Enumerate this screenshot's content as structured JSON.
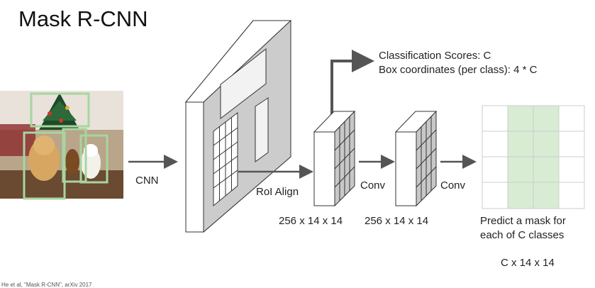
{
  "title": "Mask R-CNN",
  "outputs": {
    "classification": "Classification Scores: C",
    "box": "Box coordinates (per class): 4 * C"
  },
  "steps": {
    "cnn": "CNN",
    "roi_align": "RoI Align",
    "conv1": "Conv",
    "conv2": "Conv"
  },
  "dims": {
    "roi": "256 x 14 x 14",
    "conv": "256 x 14 x 14",
    "mask": "C x 14 x 14"
  },
  "mask_caption": {
    "line1": "Predict a mask for",
    "line2": "each of C classes"
  },
  "citation": "He et al, \"Mask R-CNN\", arXiv 2017",
  "colors": {
    "line": "#555555",
    "face": "#cccccc",
    "box": "#a8d5a0",
    "mask_fill": "#d8ecd4"
  }
}
